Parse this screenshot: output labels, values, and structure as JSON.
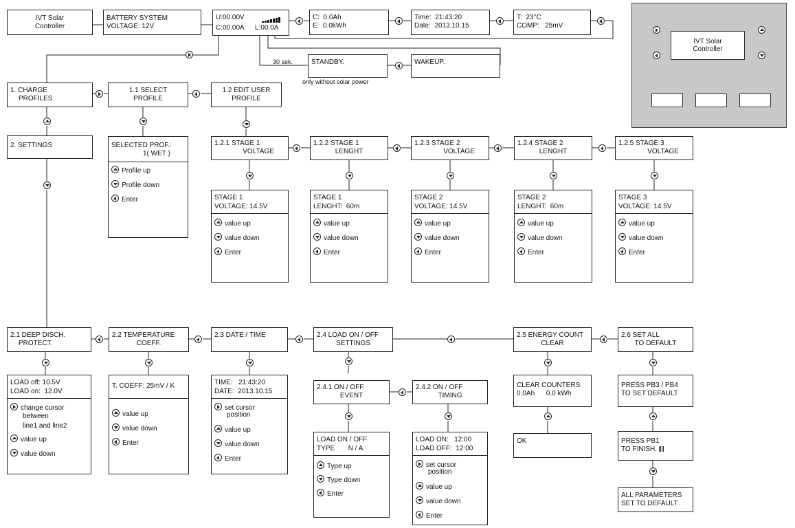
{
  "top": {
    "controller": [
      "IVT Solar",
      "Controller"
    ],
    "battery": [
      "BATTERY SYSTEM",
      "VOLTAGE: 12V"
    ],
    "main_lcd": {
      "u": "U:00.00V",
      "c": "C:00.00A",
      "l": "L:00.0A"
    },
    "energy": [
      "C:  0.0Ah",
      "E:  0.0kWh"
    ],
    "time": [
      "Time:  21:43:20",
      "Date:  2013.10.15"
    ],
    "temp": [
      "T:  23°C",
      "COMP:   25mV"
    ],
    "standby_delay": "30 sek.",
    "standby": "STANDBY.",
    "wakeup": "WAKEUP.",
    "standby_note": "only without solar power"
  },
  "device": {
    "screen": [
      "IVT Solar",
      "Controller"
    ]
  },
  "menu": {
    "charge_profiles": [
      "1. CHARGE",
      "PROFILES"
    ],
    "select_profile": [
      "1.1 SELECT",
      "PROFILE"
    ],
    "edit_user_profile": [
      "1.2 EDIT USER",
      "PROFILE"
    ],
    "settings": "2. SETTINGS",
    "selected_prof": [
      "SELECTED PROF.:",
      "1( WET )"
    ],
    "profile_up": "Profile up",
    "profile_down": "Profile down",
    "enter": "Enter"
  },
  "stages": [
    {
      "title": [
        "1.2.1 STAGE 1",
        "VOLTAGE"
      ],
      "detail": [
        "STAGE 1",
        "VOLTAGE: 14.5V"
      ]
    },
    {
      "title": [
        "1.2.2 STAGE 1",
        "LENGHT"
      ],
      "detail": [
        "STAGE 1",
        "LENGHT:  60m"
      ]
    },
    {
      "title": [
        "1.2.3 STAGE 2",
        "VOLTAGE"
      ],
      "detail": [
        "STAGE 2",
        "VOLTAGE: 14.5V"
      ]
    },
    {
      "title": [
        "1.2.4 STAGE 2",
        "LENGHT"
      ],
      "detail": [
        "STAGE 2",
        "LENGHT:  60m"
      ]
    },
    {
      "title": [
        "1.2.5 STAGE 3",
        "VOLTAGE"
      ],
      "detail": [
        "STAGE 3",
        "VOLTAGE: 14.5V"
      ]
    }
  ],
  "controls": {
    "value_up": "value up",
    "value_down": "value down",
    "enter": "Enter"
  },
  "settings": {
    "deep_disch": [
      "2.1 DEEP DISCH.",
      "PROTECT."
    ],
    "temp_coeff": [
      "2.2 TEMPERATURE",
      "COEFF."
    ],
    "date_time": "2.3 DATE / TIME",
    "load_on_off": [
      "2.4 LOAD ON / OFF",
      "SETTINGS"
    ],
    "energy_count": [
      "2.5 ENERGY COUNT",
      "CLEAR"
    ],
    "set_default": [
      "2.6 SET ALL",
      "TO DEFAULT"
    ]
  },
  "deep_disch_detail": {
    "lines": [
      "LOAD off: 10.5V",
      "LOAD on:  12.0V"
    ],
    "cursor": [
      "change cursor",
      "between",
      "line1 and line2"
    ],
    "value_up": "value up",
    "value_down": "value down"
  },
  "temp_detail": {
    "line": "T. COEFF: 25mV / K"
  },
  "date_detail": {
    "lines": [
      "TIME:   21:43:20",
      "DATE:  2013.10.15"
    ],
    "cursor": [
      "set cursor",
      "position"
    ]
  },
  "load": {
    "event_title": [
      "2.4.1 ON / OFF",
      "EVENT"
    ],
    "timing_title": [
      "2.4.2 ON / OFF",
      "TIMING"
    ],
    "event_detail": [
      "LOAD ON / OFF",
      "TYPE       N / A"
    ],
    "type_up": "Type up",
    "type_down": "Type down",
    "timing_detail": [
      "LOAD ON:   12:00",
      "LOAD OFF:  12:00"
    ],
    "cursor": [
      "set cursor",
      "position"
    ]
  },
  "energy_clear": {
    "lines": [
      "CLEAR COUNTERS",
      "0.0Ah      0.0 kWh"
    ],
    "ok": "OK"
  },
  "defaults": {
    "press_pb34": [
      "PRESS PB3 / PB4",
      "TO SET DEFAULT"
    ],
    "press_pb1": [
      "PRESS PB1",
      "TO FINISH."
    ],
    "done": [
      "ALL PARAMETERS",
      "SET TO DEFAULT"
    ]
  }
}
